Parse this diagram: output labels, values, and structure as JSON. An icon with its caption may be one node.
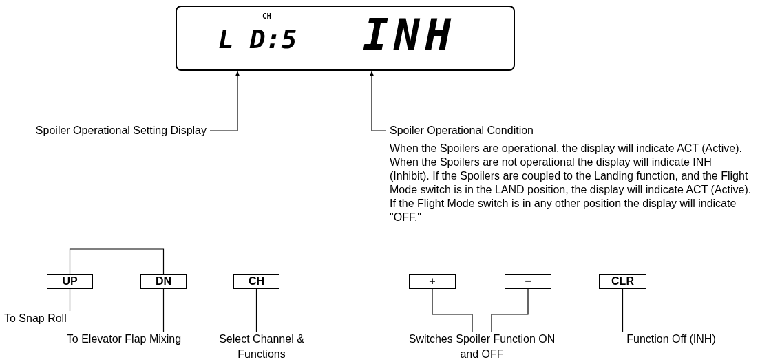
{
  "diagram": {
    "nodes": [
      {
        "text": [
          "CH",
          "L D:5",
          "INH"
        ]
      },
      {
        "text": [
          "Spoiler Operational Setting Display"
        ]
      },
      {
        "text": [
          "Spoiler Operational Condition"
        ]
      },
      {
        "text": [
          "UP"
        ]
      },
      {
        "text": [
          "DN"
        ]
      },
      {
        "text": [
          "CH"
        ]
      },
      {
        "text": [
          "+"
        ]
      },
      {
        "text": [
          "−"
        ]
      },
      {
        "text": [
          "CLR"
        ]
      },
      {
        "text": [
          "To Snap Roll"
        ]
      },
      {
        "text": [
          "To Elevator Flap Mixing"
        ]
      },
      {
        "text": [
          "Select Channel & Functions"
        ]
      },
      {
        "text": [
          "Switches Spoiler Function ON and OFF"
        ]
      },
      {
        "text": [
          "Function Off (INH)"
        ]
      }
    ],
    "edges": [
      {
        "from": 3,
        "to": 4,
        "arrow": "none"
      },
      {
        "from": 3,
        "to": 9,
        "arrow": "none"
      },
      {
        "from": 4,
        "to": 10,
        "arrow": "none"
      },
      {
        "from": 5,
        "to": 11,
        "arrow": "none"
      },
      {
        "from": 6,
        "to": 12,
        "arrow": "none"
      },
      {
        "from": 7,
        "to": 12,
        "arrow": "none"
      },
      {
        "from": 8,
        "to": 13,
        "arrow": "none"
      },
      {
        "from": 1,
        "to": 0,
        "arrow": "to"
      },
      {
        "from": 2,
        "to": 0,
        "arrow": "to"
      }
    ],
    "labels": [
      "When the Spoilers are operational, the display will indicate ACT (Active). When the Spoilers are not operational the display will indicate INH (Inhibit). If the Spoilers are coupled to the Landing function, and the Flight Mode switch is in the LAND position, the display will indicate ACT (Active). If the Flight Mode switch is in any other position the display will indicate \"OFF.\""
    ]
  }
}
